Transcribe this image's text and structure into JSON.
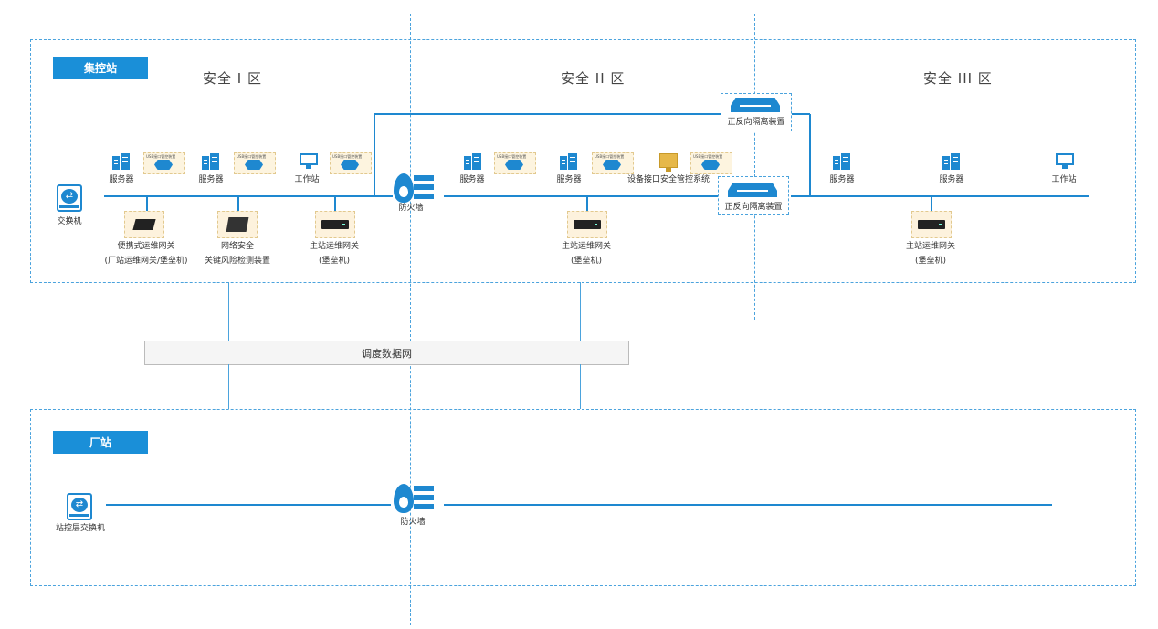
{
  "zones": {
    "control_center": "集控站",
    "plant": "厂站"
  },
  "sections": {
    "s1": "安全 I 区",
    "s2": "安全 II 区",
    "s3": "安全 III 区"
  },
  "labels": {
    "switch": "交换机",
    "server": "服务器",
    "workstation": "工作站",
    "firewall": "防火墙",
    "portable_gw_l1": "便携式运维网关",
    "portable_gw_l2": "(厂站运维网关/堡垒机)",
    "netsec_l1": "网络安全",
    "netsec_l2": "关键风险检测装置",
    "main_gw_l1": "主站运维网关",
    "main_gw_l2": "(堡垒机)",
    "device_iface": "设备接口安全管控系统",
    "forward_reverse_iso": "正反向隔离装置",
    "forward_reverse_iso2": "正反向隔离装置",
    "dispatch_net": "调度数据网",
    "station_switch": "站控层交换机",
    "firewall2": "防火墙"
  },
  "tags": {
    "tag1": "USB接口管控装置",
    "tag2": "USB接口管控装置",
    "tag3": "USB接口管控装置",
    "tag4": "USB接口管控装置",
    "tag5": "USB接口管控装置",
    "tag6": "USB接口管控装置"
  },
  "colors": {
    "accent": "#1e88d0",
    "zone_border": "#4ba3dd",
    "badge": "#1a8fd8",
    "device_bg": "#fdf2dd"
  },
  "icons": {
    "switch": "switch-icon",
    "server": "server-icon",
    "workstation": "monitor-icon",
    "firewall": "firewall-icon",
    "isolation": "isolation-device-icon",
    "gateway": "rack-device-icon",
    "laptop": "laptop-icon"
  }
}
